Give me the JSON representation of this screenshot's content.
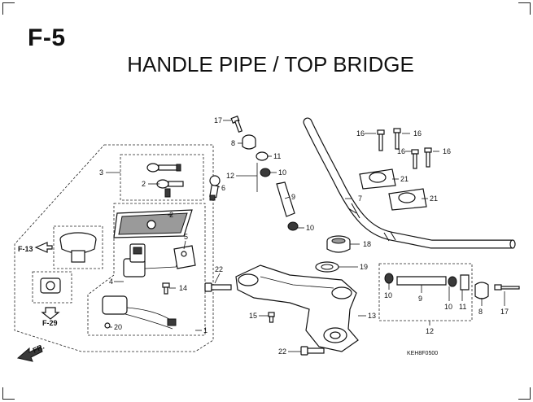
{
  "header": {
    "section_code": "F-5",
    "title": "HANDLE PIPE / TOP BRIDGE"
  },
  "callouts": {
    "n1": "1",
    "n2a": "2",
    "n2b": "2",
    "n3": "3",
    "n4": "4",
    "n5": "5",
    "n6": "6",
    "n7": "7",
    "n8a": "8",
    "n8b": "8",
    "n9a": "9",
    "n9b": "9",
    "n10a": "10",
    "n10b": "10",
    "n10c": "10",
    "n10d": "10",
    "n11a": "11",
    "n11b": "11",
    "n12a": "12",
    "n12b": "12",
    "n13": "13",
    "n14": "14",
    "n15": "15",
    "n16a": "16",
    "n16b": "16",
    "n16c": "16",
    "n16d": "16",
    "n17a": "17",
    "n17b": "17",
    "n18": "18",
    "n19": "19",
    "n20": "20",
    "n21a": "21",
    "n21b": "21",
    "n22a": "22",
    "n22b": "22"
  },
  "cross_refs": {
    "f13": "F-13",
    "f29": "F-29"
  },
  "front_marker": "FR.",
  "diagram_code": "KEH8F0500"
}
